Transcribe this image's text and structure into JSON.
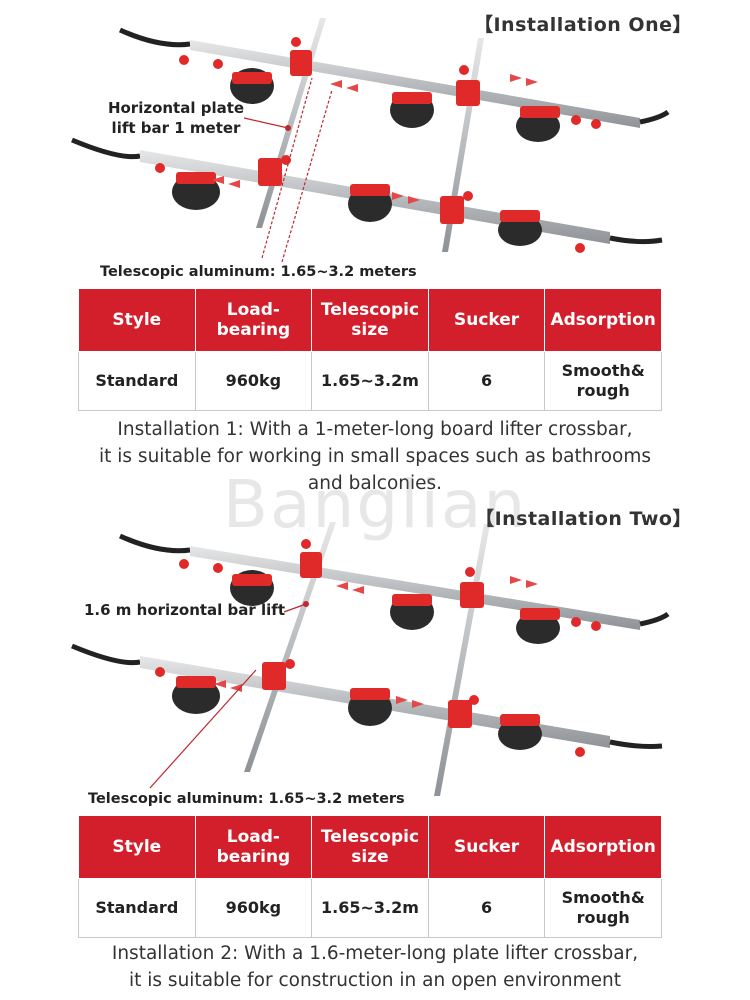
{
  "watermark": "Banglian",
  "colors": {
    "accent": "#d21f2b",
    "rail": "#c4c6c8",
    "cup": "#2b2b2b"
  },
  "sections": [
    {
      "install_title": "【Installation One】",
      "callout_bar": "Horizontal plate lift bar 1 meter",
      "alu_label": "Telescopic aluminum: 1.65~3.2 meters",
      "table": {
        "headers": [
          "Style",
          "Load-bearing",
          "Telescopic size",
          "Sucker",
          "Adsorption"
        ],
        "row": [
          "Standard",
          "960kg",
          "1.65~3.2m",
          "6",
          "Smooth& rough"
        ]
      },
      "description": [
        "Installation 1: With a 1-meter-long board lifter crossbar,",
        "it is suitable for working in small spaces such as bathrooms",
        "and balconies."
      ]
    },
    {
      "install_title": "【Installation Two】",
      "callout_bar": "1.6 m horizontal bar lift",
      "alu_label": "Telescopic aluminum: 1.65~3.2 meters",
      "table": {
        "headers": [
          "Style",
          "Load-bearing",
          "Telescopic size",
          "Sucker",
          "Adsorption"
        ],
        "row": [
          "Standard",
          "960kg",
          "1.65~3.2m",
          "6",
          "Smooth& rough"
        ]
      },
      "description": [
        "Installation 2: With a 1.6-meter-long plate lifter crossbar,",
        "it is suitable for construction in an open environment"
      ]
    }
  ]
}
